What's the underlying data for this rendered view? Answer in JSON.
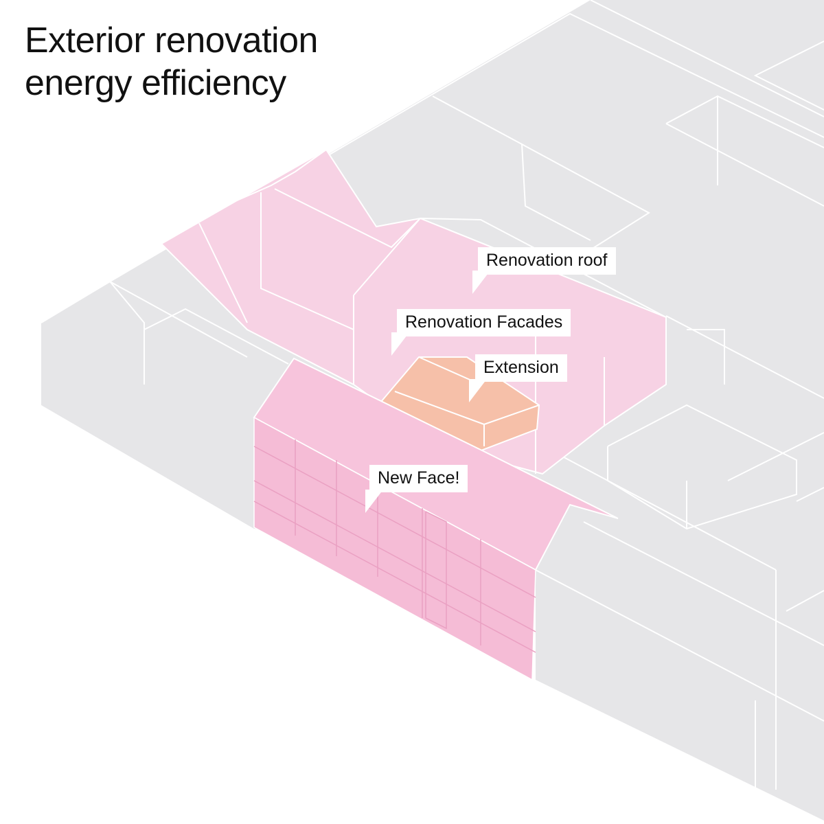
{
  "title": {
    "line1": "Exterior renovation",
    "line2": "energy efficiency"
  },
  "labels": {
    "roof": "Renovation roof",
    "facades": "Renovation Facades",
    "extension": "Extension",
    "new_face": "New Face!"
  },
  "colors": {
    "context_buildings": "#e6e6e8",
    "renovation": "#f7d2e4",
    "facade": "#f5b8d2",
    "extension": "#f6c0a9",
    "lines": "#ffffff"
  }
}
